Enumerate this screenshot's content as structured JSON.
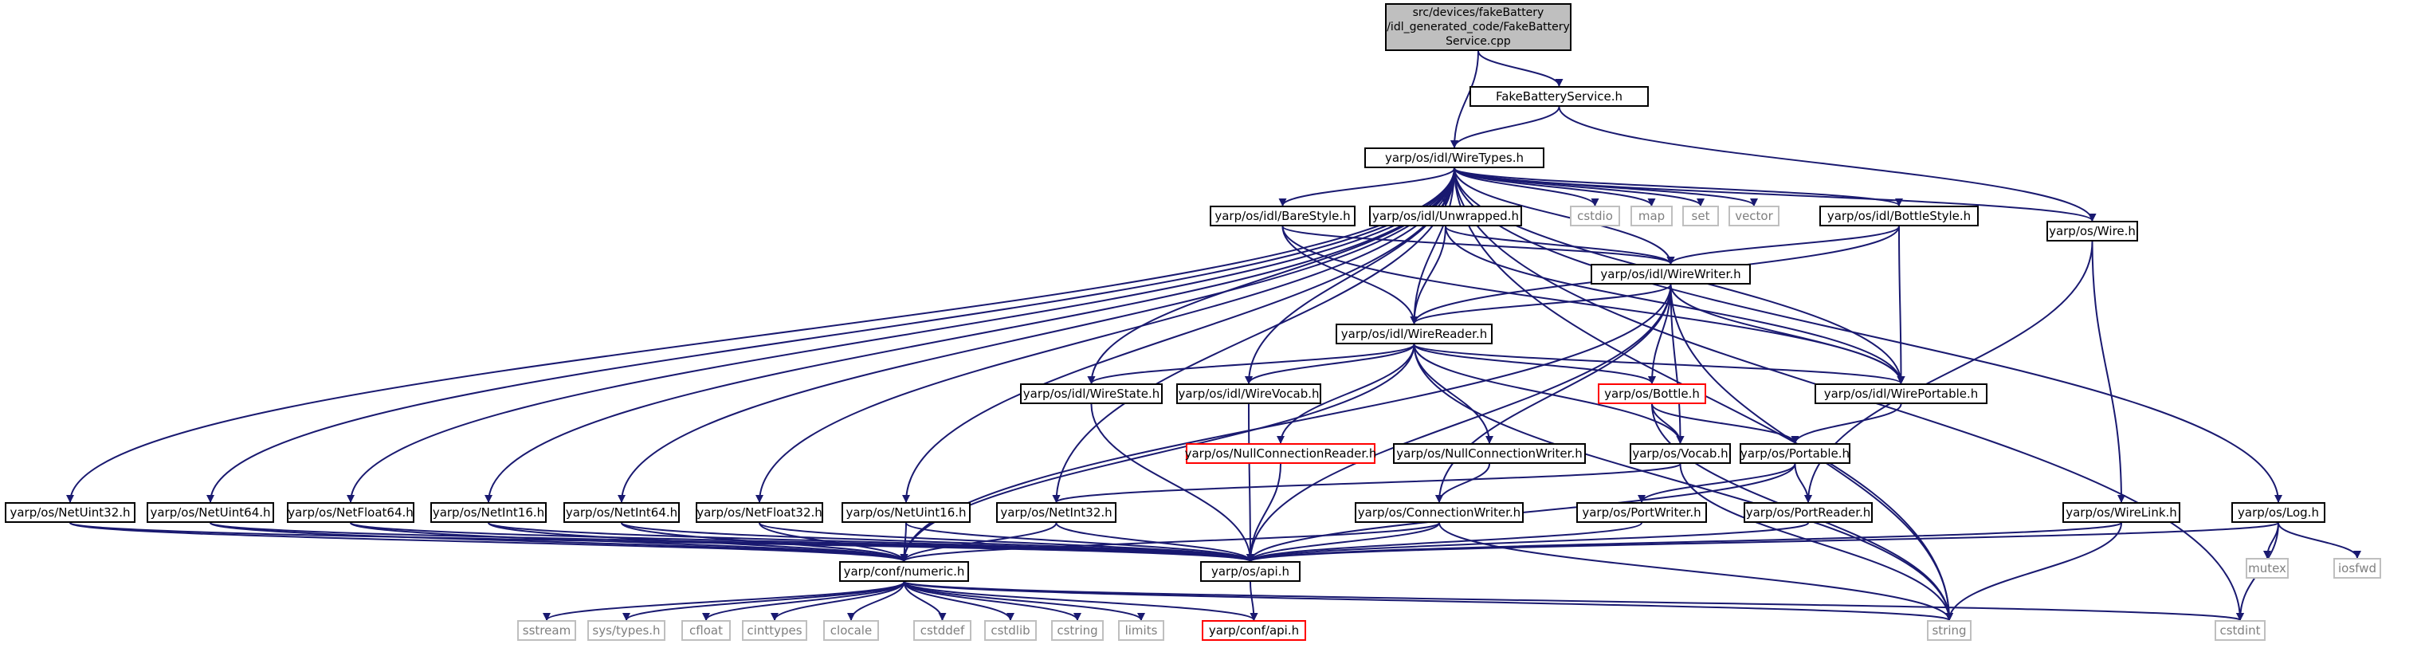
{
  "graph": {
    "edge_color": "#191970",
    "node_border_color": "#000000",
    "system_header_color": "#bfbfbf",
    "truncated_node_color": "#ff0000",
    "root_fill_color": "#bfbfbf",
    "nodes": [
      {
        "id": "root",
        "label": "src/devices/fakeBattery\n/idl_generated_code/FakeBattery\nService.cpp",
        "kind": "root"
      },
      {
        "id": "fbs",
        "label": "FakeBatteryService.h",
        "kind": "header"
      },
      {
        "id": "wiretypes",
        "label": "yarp/os/idl/WireTypes.h",
        "kind": "header"
      },
      {
        "id": "barestyle",
        "label": "yarp/os/idl/BareStyle.h",
        "kind": "header"
      },
      {
        "id": "unwrapped",
        "label": "yarp/os/idl/Unwrapped.h",
        "kind": "header"
      },
      {
        "id": "cstdio",
        "label": "cstdio",
        "kind": "system"
      },
      {
        "id": "map",
        "label": "map",
        "kind": "system"
      },
      {
        "id": "set",
        "label": "set",
        "kind": "system"
      },
      {
        "id": "vector",
        "label": "vector",
        "kind": "system"
      },
      {
        "id": "bottlestyle",
        "label": "yarp/os/idl/BottleStyle.h",
        "kind": "header"
      },
      {
        "id": "wire",
        "label": "yarp/os/Wire.h",
        "kind": "header"
      },
      {
        "id": "wirewriter",
        "label": "yarp/os/idl/WireWriter.h",
        "kind": "header"
      },
      {
        "id": "wirereader",
        "label": "yarp/os/idl/WireReader.h",
        "kind": "header"
      },
      {
        "id": "wirestate",
        "label": "yarp/os/idl/WireState.h",
        "kind": "header"
      },
      {
        "id": "wirevocab",
        "label": "yarp/os/idl/WireVocab.h",
        "kind": "header"
      },
      {
        "id": "wireportable",
        "label": "yarp/os/idl/WirePortable.h",
        "kind": "header"
      },
      {
        "id": "bottle",
        "label": "yarp/os/Bottle.h",
        "kind": "truncated"
      },
      {
        "id": "nullconnreader",
        "label": "yarp/os/NullConnectionReader.h",
        "kind": "truncated"
      },
      {
        "id": "nullconnwriter",
        "label": "yarp/os/NullConnectionWriter.h",
        "kind": "header"
      },
      {
        "id": "vocab",
        "label": "yarp/os/Vocab.h",
        "kind": "header"
      },
      {
        "id": "portable",
        "label": "yarp/os/Portable.h",
        "kind": "header"
      },
      {
        "id": "netuint32",
        "label": "yarp/os/NetUint32.h",
        "kind": "header"
      },
      {
        "id": "netuint64",
        "label": "yarp/os/NetUint64.h",
        "kind": "header"
      },
      {
        "id": "netfloat64",
        "label": "yarp/os/NetFloat64.h",
        "kind": "header"
      },
      {
        "id": "netint16",
        "label": "yarp/os/NetInt16.h",
        "kind": "header"
      },
      {
        "id": "netint64",
        "label": "yarp/os/NetInt64.h",
        "kind": "header"
      },
      {
        "id": "netfloat32",
        "label": "yarp/os/NetFloat32.h",
        "kind": "header"
      },
      {
        "id": "netuint16",
        "label": "yarp/os/NetUint16.h",
        "kind": "header"
      },
      {
        "id": "netint32",
        "label": "yarp/os/NetInt32.h",
        "kind": "header"
      },
      {
        "id": "connwriter",
        "label": "yarp/os/ConnectionWriter.h",
        "kind": "header"
      },
      {
        "id": "portwriter",
        "label": "yarp/os/PortWriter.h",
        "kind": "header"
      },
      {
        "id": "portreader",
        "label": "yarp/os/PortReader.h",
        "kind": "header"
      },
      {
        "id": "wirelink",
        "label": "yarp/os/WireLink.h",
        "kind": "header"
      },
      {
        "id": "log",
        "label": "yarp/os/Log.h",
        "kind": "header"
      },
      {
        "id": "mutex",
        "label": "mutex",
        "kind": "system"
      },
      {
        "id": "iosfwd",
        "label": "iosfwd",
        "kind": "system"
      },
      {
        "id": "numeric",
        "label": "yarp/conf/numeric.h",
        "kind": "header"
      },
      {
        "id": "api",
        "label": "yarp/os/api.h",
        "kind": "header"
      },
      {
        "id": "sstream",
        "label": "sstream",
        "kind": "system"
      },
      {
        "id": "systypes",
        "label": "sys/types.h",
        "kind": "system"
      },
      {
        "id": "cfloat",
        "label": "cfloat",
        "kind": "system"
      },
      {
        "id": "cinttypes",
        "label": "cinttypes",
        "kind": "system"
      },
      {
        "id": "clocale",
        "label": "clocale",
        "kind": "system"
      },
      {
        "id": "cstddef",
        "label": "cstddef",
        "kind": "system"
      },
      {
        "id": "cstdlib",
        "label": "cstdlib",
        "kind": "system"
      },
      {
        "id": "cstring",
        "label": "cstring",
        "kind": "system"
      },
      {
        "id": "limits",
        "label": "limits",
        "kind": "system"
      },
      {
        "id": "confapi",
        "label": "yarp/conf/api.h",
        "kind": "truncated"
      },
      {
        "id": "string",
        "label": "string",
        "kind": "system"
      },
      {
        "id": "cstdint",
        "label": "cstdint",
        "kind": "system"
      }
    ],
    "edges": [
      [
        "root",
        "fbs"
      ],
      [
        "root",
        "wiretypes"
      ],
      [
        "fbs",
        "wiretypes"
      ],
      [
        "fbs",
        "wire"
      ],
      [
        "wiretypes",
        "barestyle"
      ],
      [
        "wiretypes",
        "unwrapped"
      ],
      [
        "wiretypes",
        "cstdio"
      ],
      [
        "wiretypes",
        "map"
      ],
      [
        "wiretypes",
        "set"
      ],
      [
        "wiretypes",
        "vector"
      ],
      [
        "wiretypes",
        "bottlestyle"
      ],
      [
        "wiretypes",
        "wire"
      ],
      [
        "wiretypes",
        "log"
      ],
      [
        "wiretypes",
        "string"
      ],
      [
        "wiretypes",
        "cstdint"
      ],
      [
        "wiretypes",
        "wirewriter"
      ],
      [
        "wiretypes",
        "wirereader"
      ],
      [
        "wiretypes",
        "wirestate"
      ],
      [
        "wiretypes",
        "wirevocab"
      ],
      [
        "wiretypes",
        "wireportable"
      ],
      [
        "wiretypes",
        "netuint32"
      ],
      [
        "wiretypes",
        "netuint64"
      ],
      [
        "wiretypes",
        "netfloat64"
      ],
      [
        "wiretypes",
        "netint16"
      ],
      [
        "wiretypes",
        "netint64"
      ],
      [
        "wiretypes",
        "netfloat32"
      ],
      [
        "wiretypes",
        "netuint16"
      ],
      [
        "wiretypes",
        "netint32"
      ],
      [
        "barestyle",
        "wirewriter"
      ],
      [
        "barestyle",
        "wirereader"
      ],
      [
        "barestyle",
        "wireportable"
      ],
      [
        "unwrapped",
        "wirewriter"
      ],
      [
        "unwrapped",
        "wirereader"
      ],
      [
        "unwrapped",
        "wireportable"
      ],
      [
        "bottlestyle",
        "wirewriter"
      ],
      [
        "bottlestyle",
        "wirereader"
      ],
      [
        "bottlestyle",
        "wireportable"
      ],
      [
        "wirewriter",
        "wirereader"
      ],
      [
        "wirewriter",
        "wireportable"
      ],
      [
        "wirewriter",
        "bottle"
      ],
      [
        "wirewriter",
        "vocab"
      ],
      [
        "wirewriter",
        "connwriter"
      ],
      [
        "wirewriter",
        "numeric"
      ],
      [
        "wirewriter",
        "api"
      ],
      [
        "wirewriter",
        "string"
      ],
      [
        "wirereader",
        "wirestate"
      ],
      [
        "wirereader",
        "wirevocab"
      ],
      [
        "wirereader",
        "wireportable"
      ],
      [
        "wirereader",
        "bottle"
      ],
      [
        "wirereader",
        "nullconnreader"
      ],
      [
        "wirereader",
        "nullconnwriter"
      ],
      [
        "wirereader",
        "vocab"
      ],
      [
        "wirereader",
        "numeric"
      ],
      [
        "wirereader",
        "string"
      ],
      [
        "wirestate",
        "api"
      ],
      [
        "wirevocab",
        "api"
      ],
      [
        "wireportable",
        "portable"
      ],
      [
        "bottle",
        "vocab"
      ],
      [
        "bottle",
        "portable"
      ],
      [
        "bottle",
        "string"
      ],
      [
        "nullconnreader",
        "api"
      ],
      [
        "nullconnwriter",
        "connwriter"
      ],
      [
        "vocab",
        "netint32"
      ],
      [
        "vocab",
        "string"
      ],
      [
        "portable",
        "portreader"
      ],
      [
        "portable",
        "portwriter"
      ],
      [
        "portable",
        "api"
      ],
      [
        "wire",
        "portreader"
      ],
      [
        "wire",
        "wirelink"
      ],
      [
        "netuint32",
        "numeric"
      ],
      [
        "netuint32",
        "api"
      ],
      [
        "netuint64",
        "numeric"
      ],
      [
        "netuint64",
        "api"
      ],
      [
        "netfloat64",
        "numeric"
      ],
      [
        "netfloat64",
        "api"
      ],
      [
        "netint16",
        "numeric"
      ],
      [
        "netint16",
        "api"
      ],
      [
        "netint64",
        "numeric"
      ],
      [
        "netint64",
        "api"
      ],
      [
        "netfloat32",
        "numeric"
      ],
      [
        "netfloat32",
        "api"
      ],
      [
        "netuint16",
        "numeric"
      ],
      [
        "netuint16",
        "api"
      ],
      [
        "netint32",
        "numeric"
      ],
      [
        "netint32",
        "api"
      ],
      [
        "connwriter",
        "numeric"
      ],
      [
        "connwriter",
        "api"
      ],
      [
        "connwriter",
        "string"
      ],
      [
        "portwriter",
        "api"
      ],
      [
        "portreader",
        "api"
      ],
      [
        "wirelink",
        "api"
      ],
      [
        "wirelink",
        "string"
      ],
      [
        "log",
        "api"
      ],
      [
        "log",
        "mutex"
      ],
      [
        "log",
        "iosfwd"
      ],
      [
        "log",
        "cstdint"
      ],
      [
        "api",
        "confapi"
      ],
      [
        "numeric",
        "sstream"
      ],
      [
        "numeric",
        "systypes"
      ],
      [
        "numeric",
        "cfloat"
      ],
      [
        "numeric",
        "cinttypes"
      ],
      [
        "numeric",
        "clocale"
      ],
      [
        "numeric",
        "cstddef"
      ],
      [
        "numeric",
        "cstdlib"
      ],
      [
        "numeric",
        "cstring"
      ],
      [
        "numeric",
        "limits"
      ],
      [
        "numeric",
        "confapi"
      ],
      [
        "numeric",
        "string"
      ],
      [
        "numeric",
        "cstdint"
      ]
    ]
  }
}
